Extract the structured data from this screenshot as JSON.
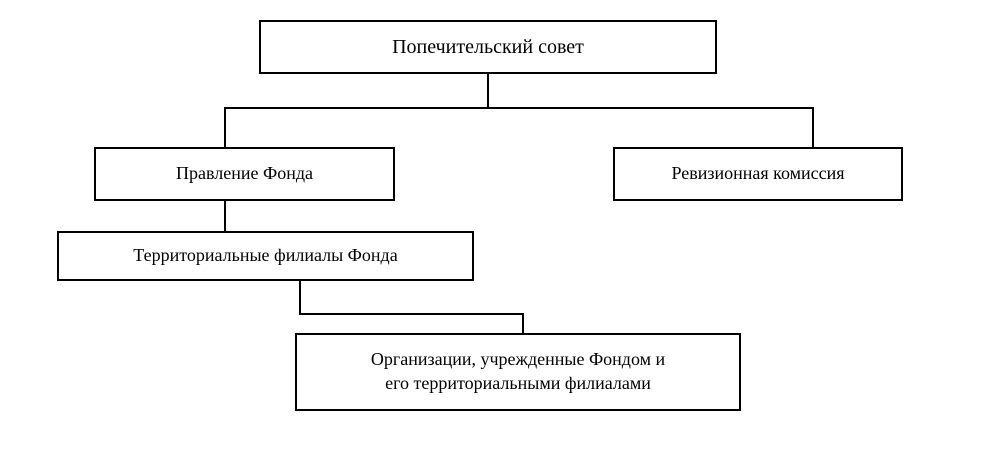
{
  "diagram": {
    "type": "organizational-hierarchy-chart",
    "language": "ru",
    "colors": {
      "background": "#ffffff",
      "box_border": "#000000",
      "box_fill": "#ffffff",
      "connector": "#000000",
      "text": "#000000"
    },
    "nodes": [
      {
        "id": "council",
        "label": "Попечительский совет",
        "level": 1
      },
      {
        "id": "board",
        "label": "Правление Фонда",
        "level": 2
      },
      {
        "id": "audit",
        "label": "Ревизионная комиссия",
        "level": 2
      },
      {
        "id": "branches",
        "label": "Территориальные филиалы Фонда",
        "level": 3
      },
      {
        "id": "orgs",
        "label": "Организации, учрежденные Фондом и\nего территориальными филиалами",
        "level": 4
      }
    ],
    "edges": [
      {
        "from": "council",
        "to": "board"
      },
      {
        "from": "council",
        "to": "audit"
      },
      {
        "from": "board",
        "to": "branches"
      },
      {
        "from": "branches",
        "to": "orgs"
      }
    ]
  }
}
